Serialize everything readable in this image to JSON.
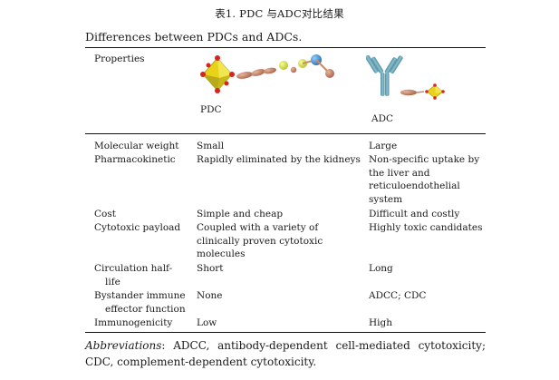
{
  "caption": "表1. PDC 与ADC对比结果",
  "table_title": "Differences between PDCs and ADCs.",
  "header": {
    "properties": "Properties",
    "pdc_label": "PDC",
    "adc_label": "ADC",
    "pdc_figure_icon": "pdc-molecule-illustration",
    "adc_figure_icon": "adc-antibody-illustration"
  },
  "rows": [
    {
      "property": "Molecular weight",
      "pdc": "Small",
      "adc": "Large"
    },
    {
      "property": "Pharmacokinetic",
      "pdc": "Rapidly eliminated by the kidneys",
      "adc_lines": [
        "Non-specific uptake by",
        "the liver and",
        "reticuloendothelial",
        "system"
      ]
    },
    {
      "property": "Cost",
      "pdc": "Simple and cheap",
      "adc": "Difficult and costly"
    },
    {
      "property": "Cytotoxic payload",
      "pdc_lines": [
        "Coupled with a variety of",
        "clinically proven cytotoxic",
        "molecules"
      ],
      "adc": "Highly toxic candidates"
    },
    {
      "property_lines": [
        "Circulation half-",
        "life"
      ],
      "pdc": "Short",
      "adc": "Long"
    },
    {
      "property_lines": [
        "Bystander immune",
        "effector function"
      ],
      "pdc": "None",
      "adc": "ADCC; CDC"
    },
    {
      "property": "Immunogenicity",
      "pdc": "Low",
      "adc": "High"
    }
  ],
  "footnote": {
    "label": "Abbreviations",
    "text": ": ADCC, antibody-dependent cell-mediated cytotoxicity; CDC, complement-dependent cytotoxicity."
  },
  "colors": {
    "payload_yellow": "#e8d21a",
    "payload_olive": "#a59a12",
    "atom_red": "#d8241c",
    "linker_brown": "#c98a6a",
    "peptide_yellow": "#d8e84a",
    "peptide_blue": "#3d8fd0",
    "antibody_teal": "#6fa9b8"
  }
}
